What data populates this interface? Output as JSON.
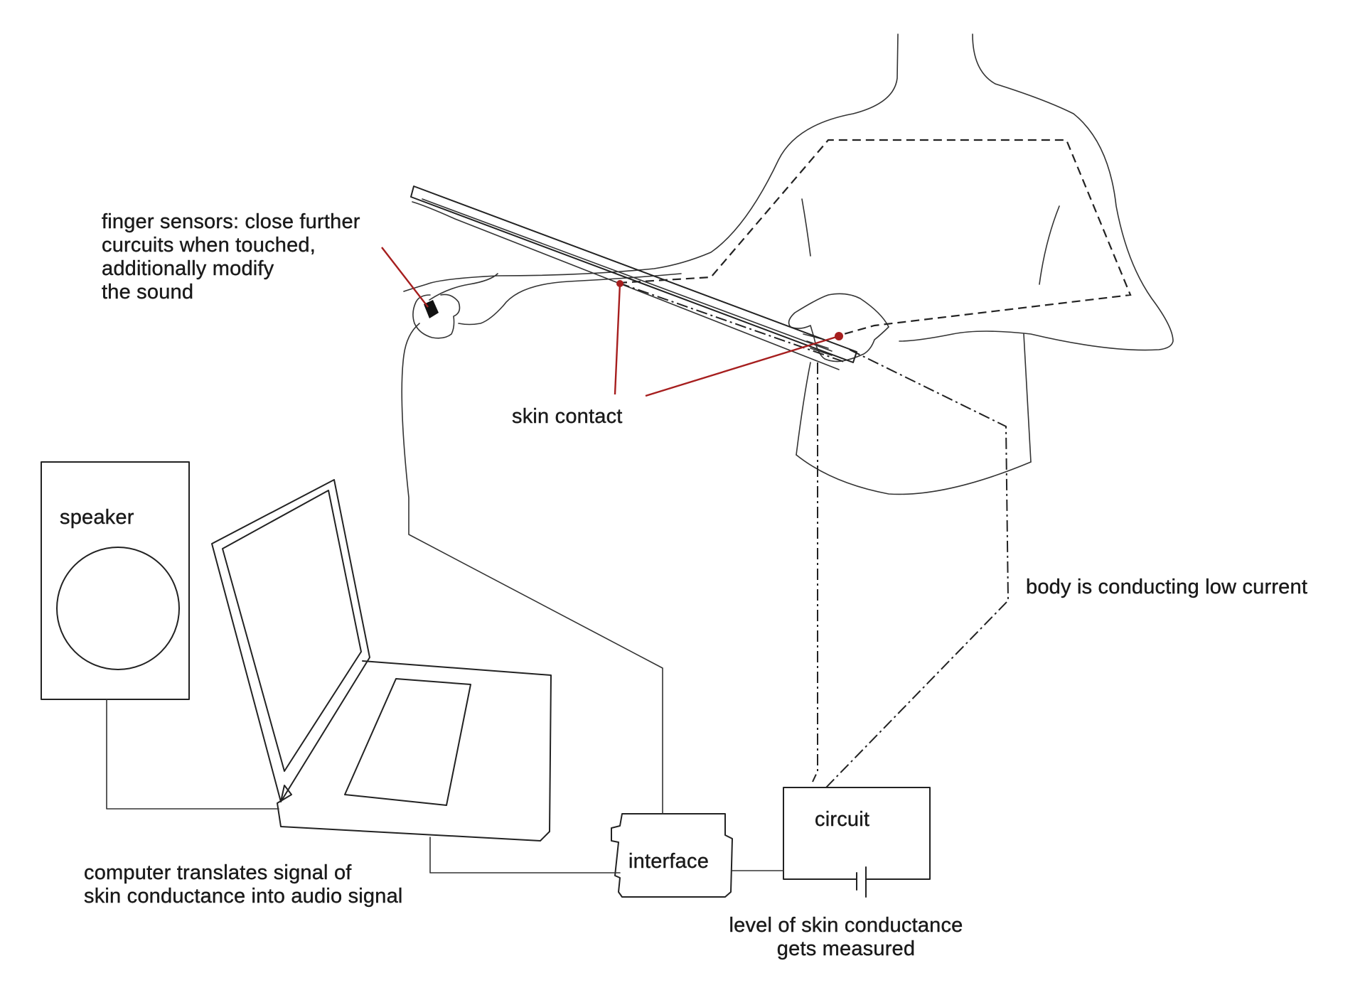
{
  "labels": {
    "finger_sensors": "finger sensors: close further\ncurcuits when touched,\nadditionally modify\nthe sound",
    "skin_contact": "skin contact",
    "speaker": "speaker",
    "body_conducting": "body is conducting low current",
    "interface": "interface",
    "circuit": "circuit",
    "computer": "computer translates signal of\nskin conductance into audio signal",
    "level": "level of skin conductance\ngets measured"
  },
  "colors": {
    "ink": "#222222",
    "pointer": "#a61e1e",
    "background": "#ffffff"
  }
}
